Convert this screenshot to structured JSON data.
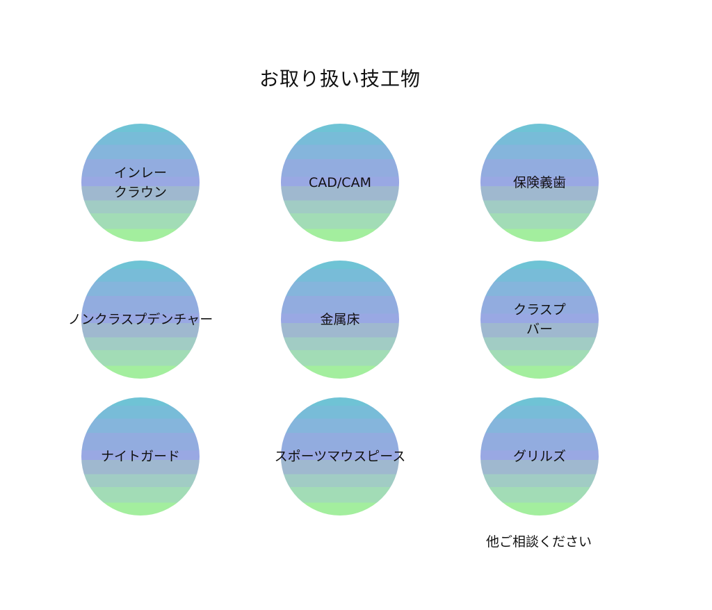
{
  "title": "お取り扱い技工物",
  "items": [
    {
      "label": "インレー\nクラウン"
    },
    {
      "label": "CAD/CAM"
    },
    {
      "label": "保険義歯"
    },
    {
      "label": "ノンクラスプデンチャー"
    },
    {
      "label": "金属床"
    },
    {
      "label": "クラスプ\nバー"
    },
    {
      "label": "ナイトガード"
    },
    {
      "label": "スポーツマウスピース"
    },
    {
      "label": "グリルズ"
    }
  ],
  "footnote": "他ご相談ください",
  "colors": {
    "gradient_top": "#6fc3d5",
    "gradient_middle": "#99a8e3",
    "gradient_bottom": "#a3ee9e",
    "text": "#111111",
    "background": "#ffffff"
  }
}
